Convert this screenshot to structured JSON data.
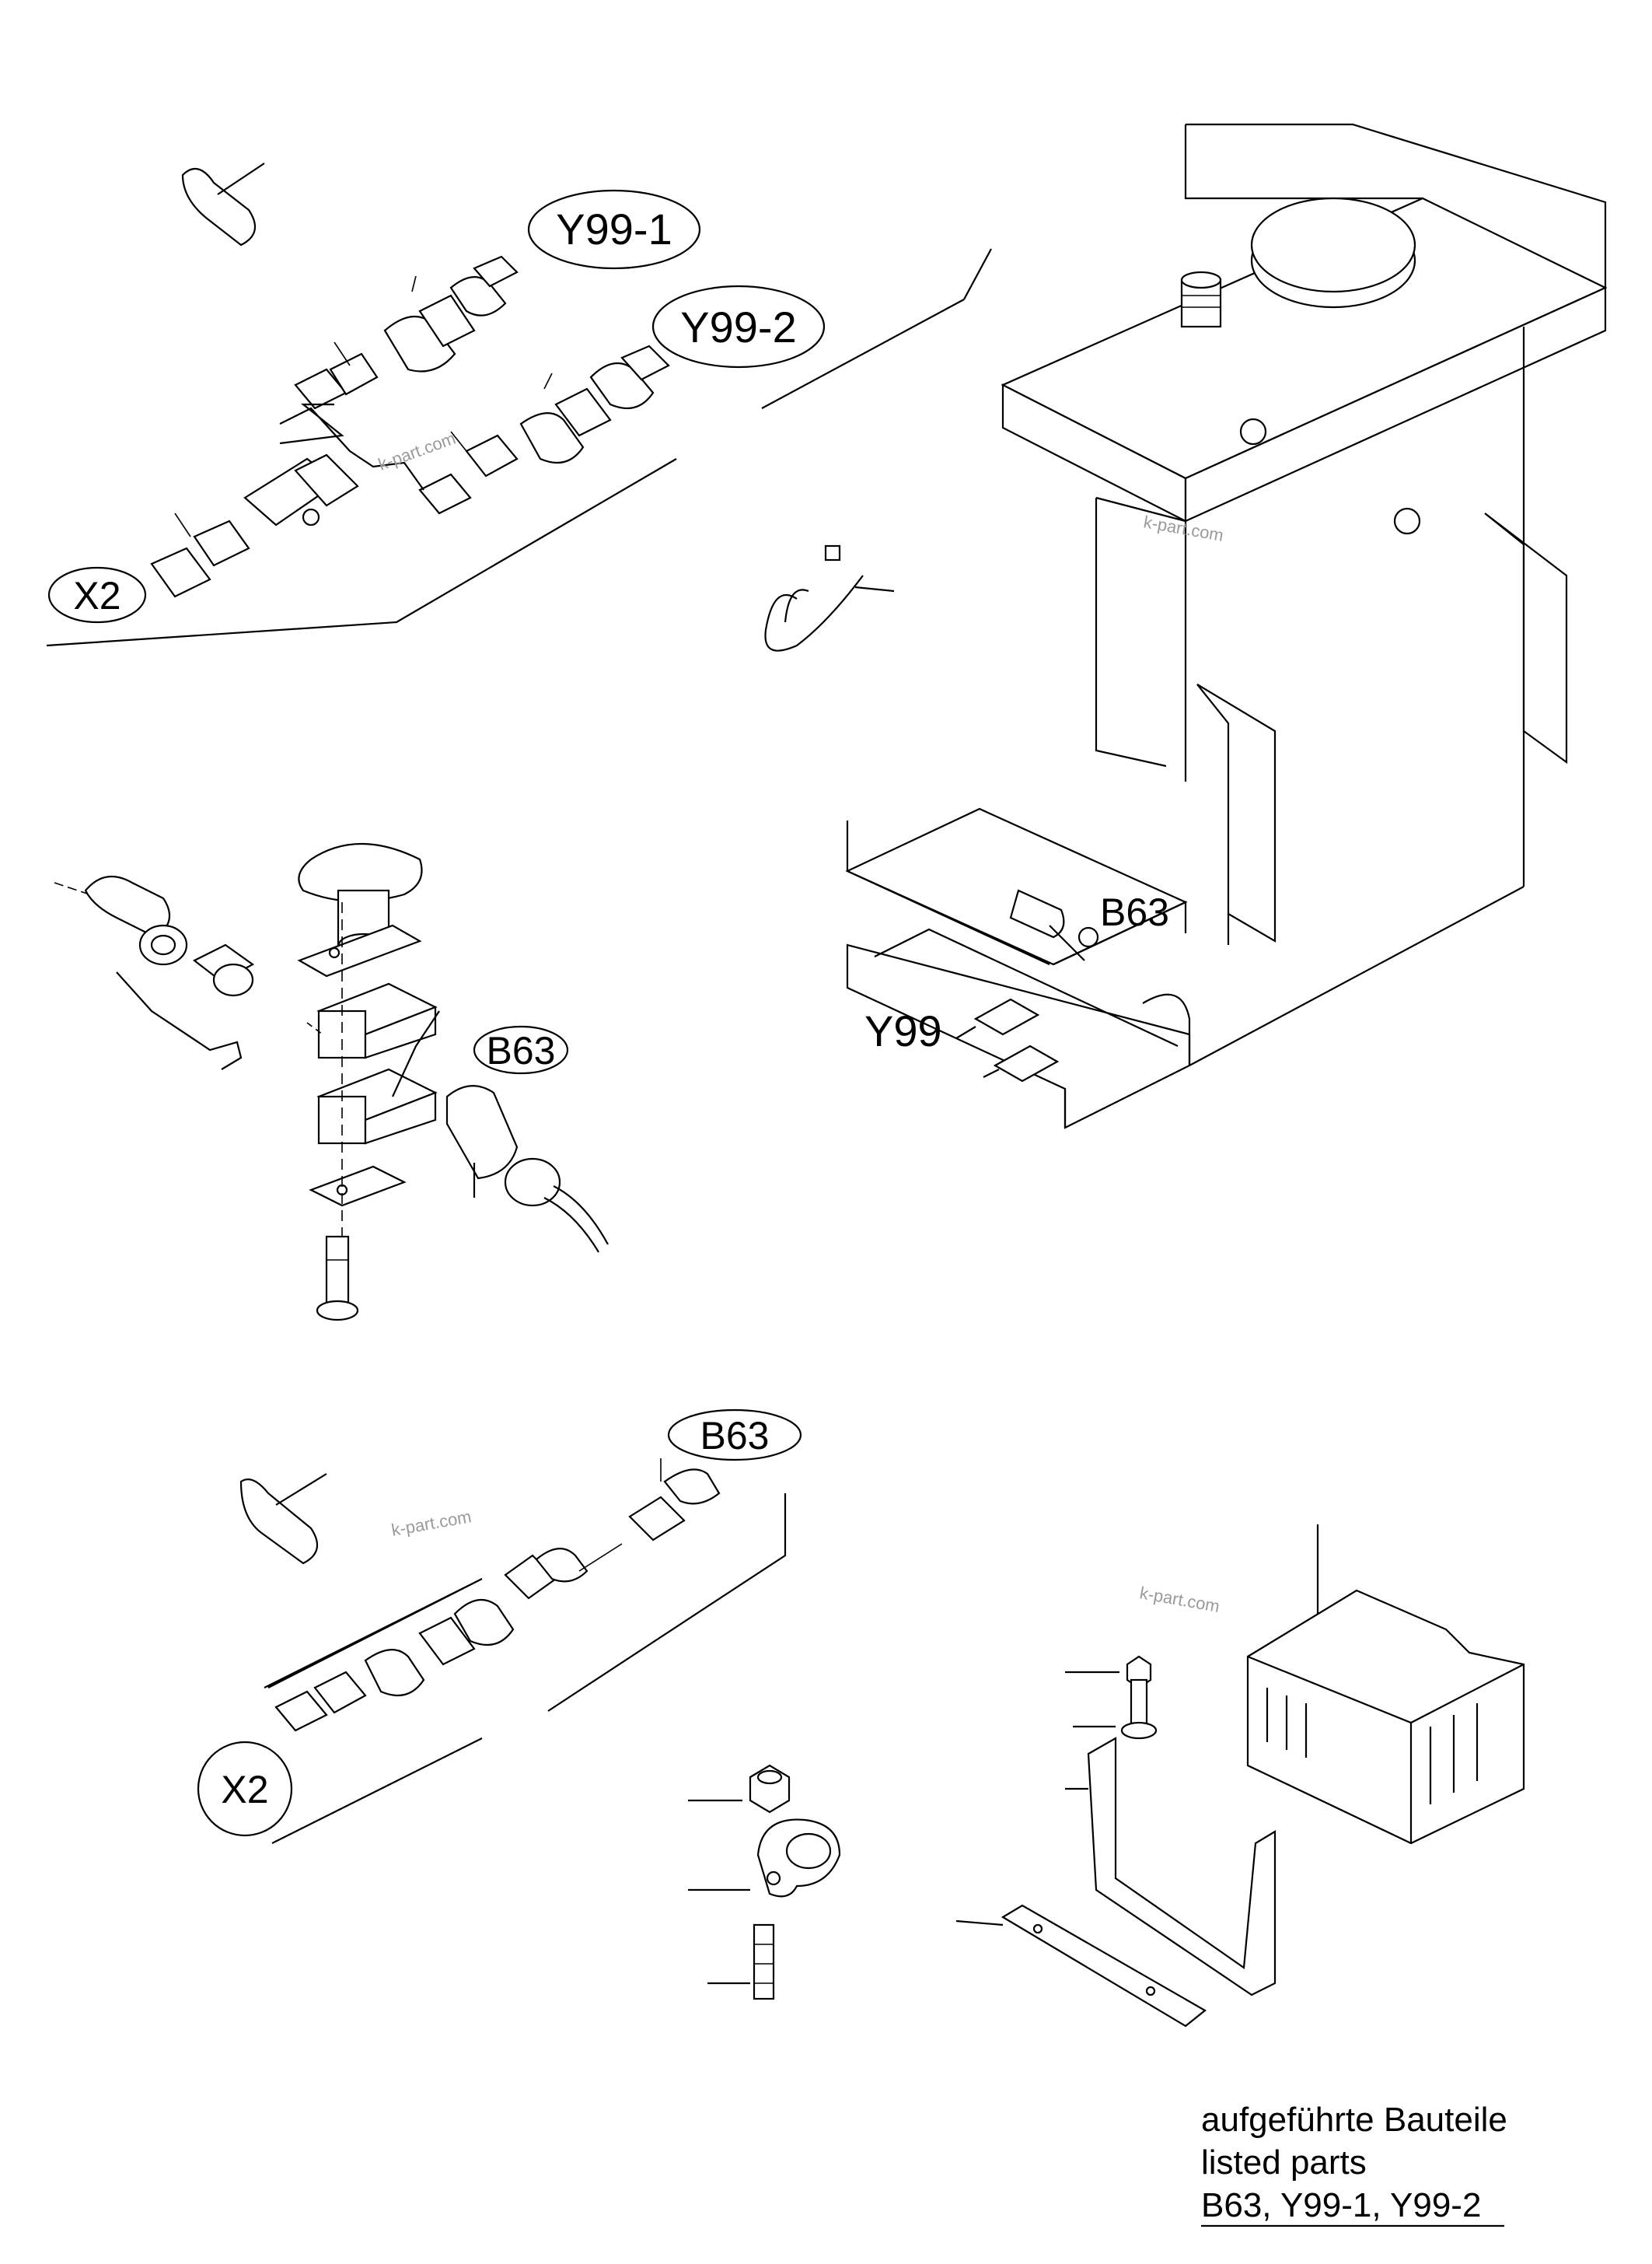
{
  "diagram": {
    "callouts": {
      "y99_1": "Y99-1",
      "y99_2": "Y99-2",
      "x2_top": "X2",
      "b63_middle": "B63",
      "b63_bottom": "B63",
      "x2_bottom": "X2",
      "b63_machine": "B63",
      "y99_machine": "Y99"
    },
    "watermarks": [
      "k-part.com",
      "k-part.com",
      "k-part.com",
      "k-part.com"
    ],
    "note": {
      "line1": "aufgeführte Bauteile",
      "line2": "listed parts",
      "line3": "B63, Y99-1, Y99-2"
    }
  }
}
